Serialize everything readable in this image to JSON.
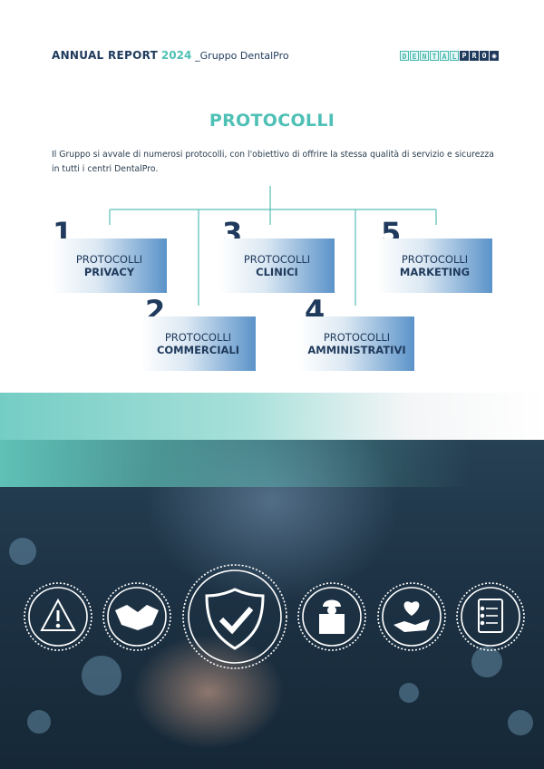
{
  "header": {
    "annual_report": "ANNUAL REPORT",
    "year": "2024",
    "group": "_Gruppo DentalPro"
  },
  "logo": {
    "letters_light": [
      "D",
      "E",
      "N",
      "T",
      "A",
      "L"
    ],
    "letters_dark": [
      "P",
      "R",
      "O"
    ]
  },
  "page_title": "PROTOCOLLI",
  "intro": "Il Gruppo si avvale di numerosi protocolli, con l'obiettivo di offrire la stessa qualità di servizio e sicurezza in tutti i centri DentalPro.",
  "protocols": [
    {
      "number": "1",
      "line1": "PROTOCOLLI",
      "line2": "PRIVACY"
    },
    {
      "number": "2",
      "line1": "PROTOCOLLI",
      "line2": "COMMERCIALI"
    },
    {
      "number": "3",
      "line1": "PROTOCOLLI",
      "line2": "CLINICI"
    },
    {
      "number": "4",
      "line1": "PROTOCOLLI",
      "line2": "AMMINISTRATIVI"
    },
    {
      "number": "5",
      "line1": "PROTOCOLLI",
      "line2": "MARKETING"
    }
  ],
  "colors": {
    "accent_teal": "#4fc0b5",
    "navy": "#1f3a5c",
    "box_blue": "#5b93c9"
  },
  "photo_icons": [
    "warning-icon",
    "handshake-icon",
    "shield-check-icon",
    "worker-icon",
    "heart-hand-icon",
    "checklist-icon"
  ]
}
